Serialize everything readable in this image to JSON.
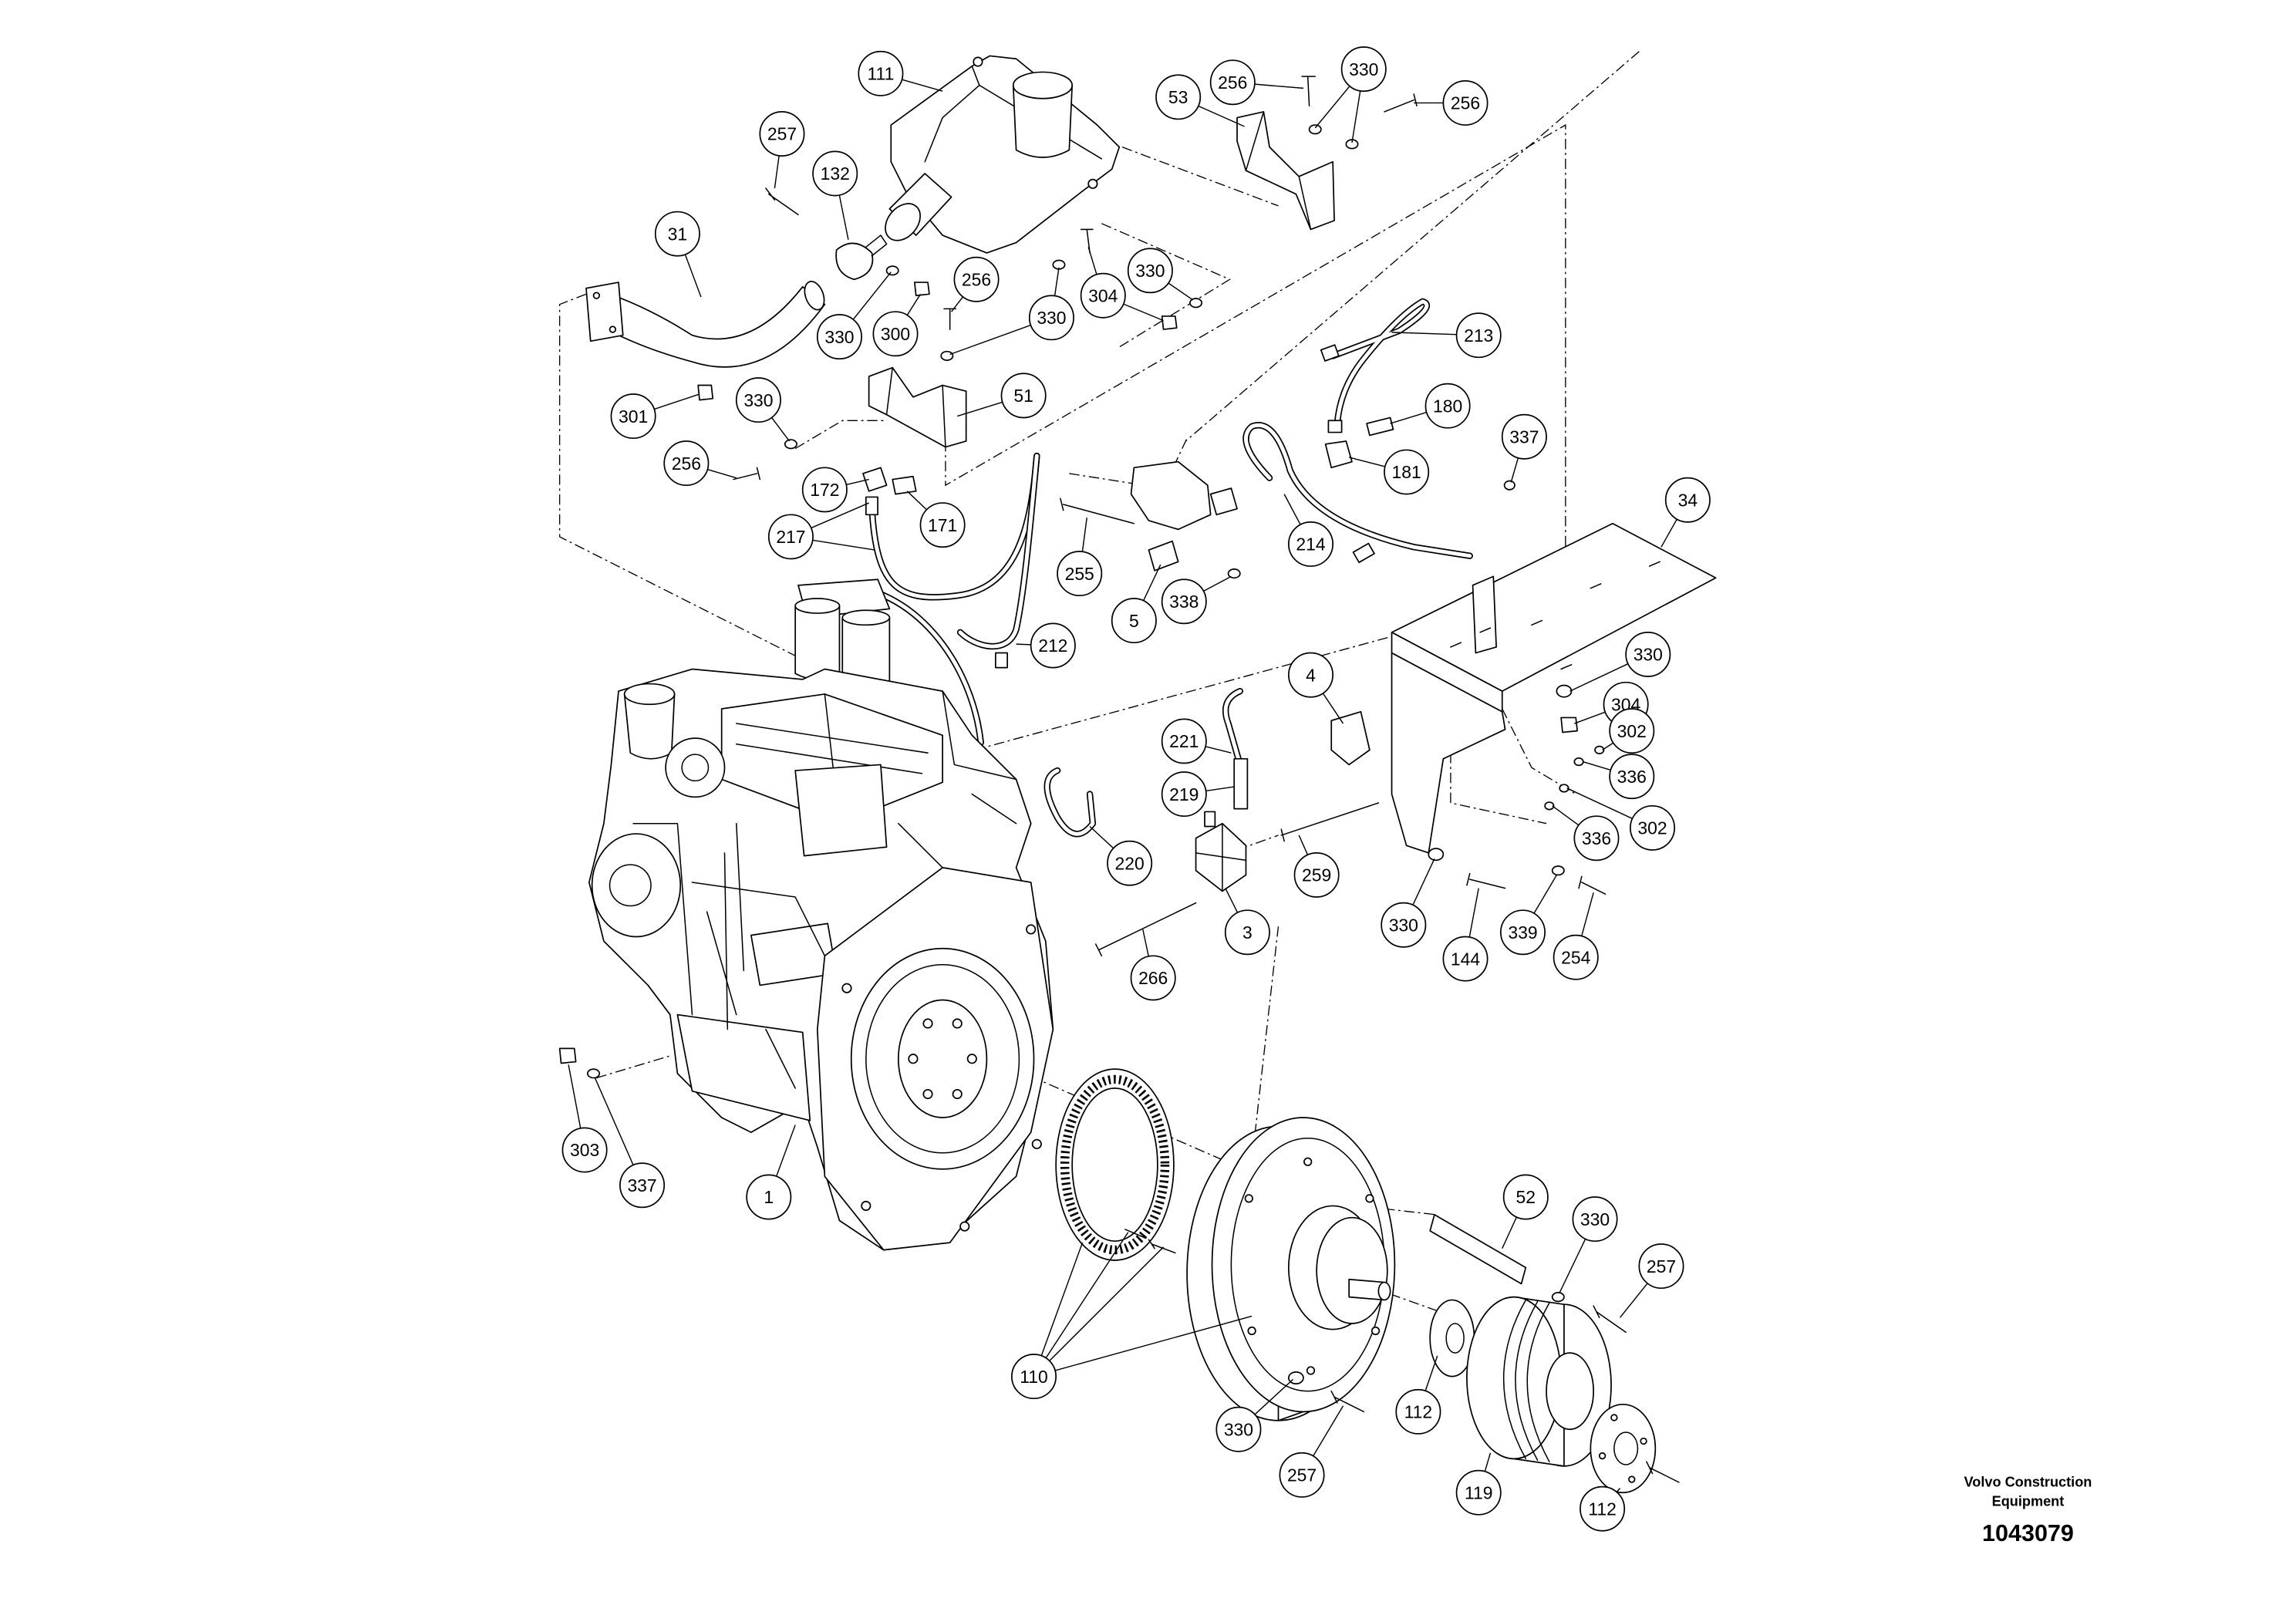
{
  "diagram": {
    "callouts": [
      "111",
      "256",
      "330",
      "256",
      "53",
      "257",
      "132",
      "31",
      "256",
      "330",
      "304",
      "330",
      "300",
      "330",
      "213",
      "330",
      "51",
      "301",
      "180",
      "337",
      "256",
      "181",
      "172",
      "171",
      "217",
      "34",
      "214",
      "255",
      "338",
      "5",
      "212",
      "330",
      "4",
      "304",
      "302",
      "221",
      "336",
      "219",
      "302",
      "336",
      "220",
      "259",
      "330",
      "3",
      "339",
      "144",
      "254",
      "266",
      "303",
      "337",
      "1",
      "52",
      "330",
      "257",
      "110",
      "112",
      "330",
      "257",
      "119",
      "112"
    ]
  },
  "footer": {
    "company_line1": "Volvo Construction",
    "company_line2": "Equipment",
    "drawing_number": "1043079"
  }
}
